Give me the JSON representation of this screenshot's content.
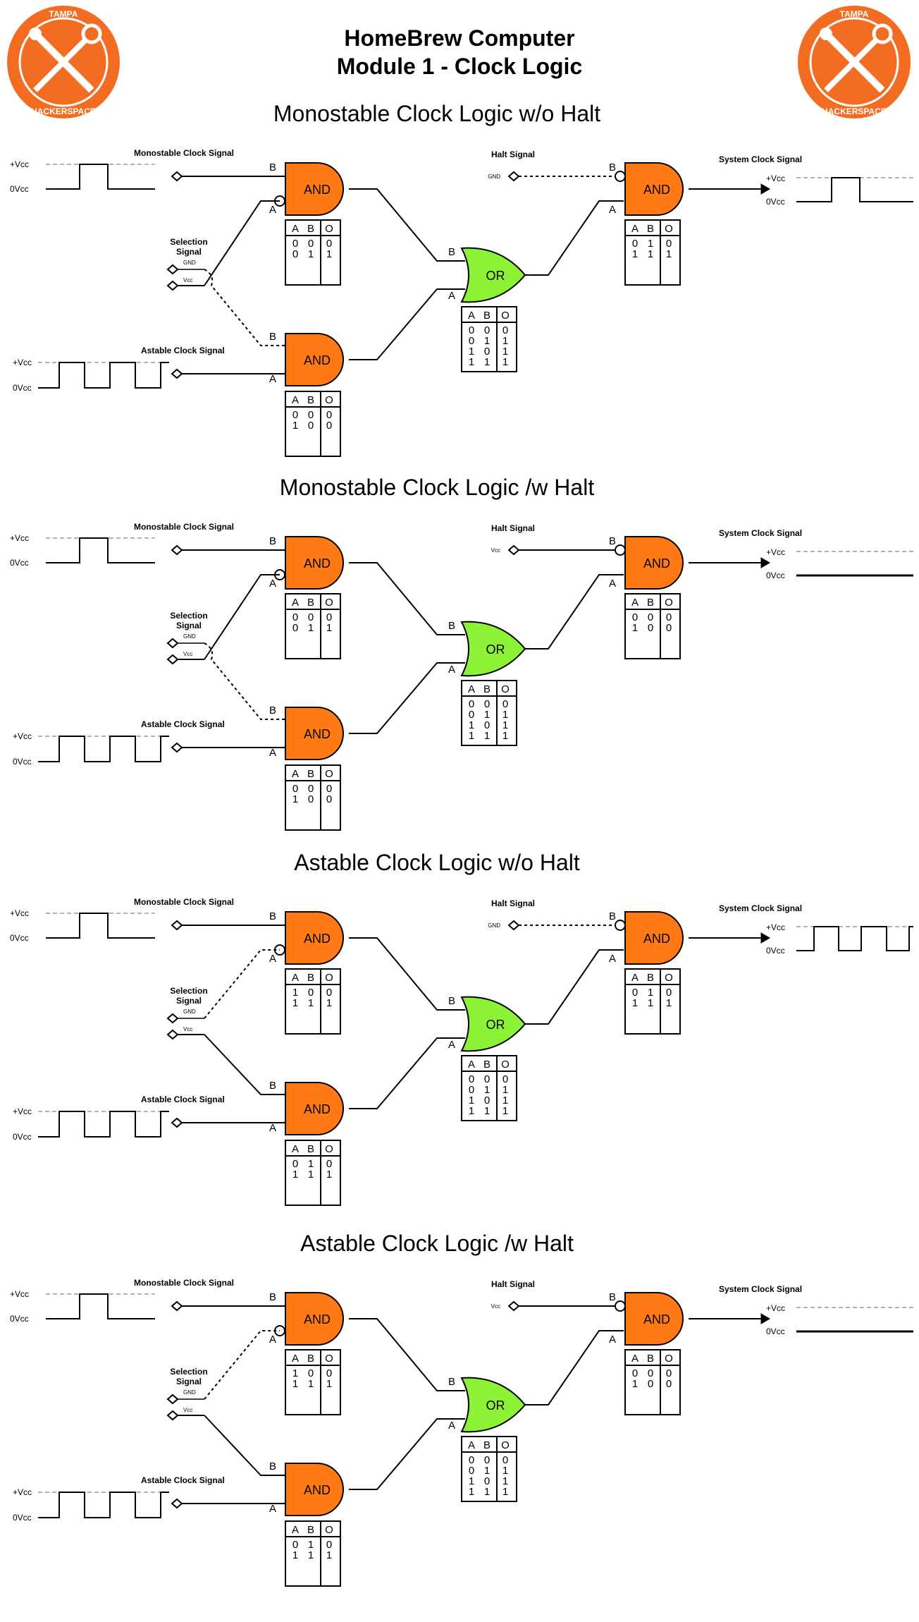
{
  "header": {
    "title_line1": "HomeBrew Computer",
    "title_line2": "Module 1 - Clock Logic",
    "logo_text_top": "TAMPA",
    "logo_text_bottom": "HACKERSPACE"
  },
  "colors": {
    "and_gate": "#ff7a14",
    "or_gate": "#8cf236",
    "logo": "#f26c21",
    "line": "#000000",
    "dash": "#999999"
  },
  "labels": {
    "monostable_signal": "Monostable Clock Signal",
    "astable_signal": "Astable Clock Signal",
    "halt_signal": "Halt Signal",
    "system_signal": "System Clock Signal",
    "selection_line1": "Selection",
    "selection_line2": "Signal",
    "gnd": "GND",
    "vcc_small": "Vcc",
    "vcc_high": "+Vcc",
    "vcc_low": "0Vcc",
    "and_label": "AND",
    "or_label": "OR",
    "pin_a": "A",
    "pin_b": "B",
    "col_a": "A",
    "col_b": "B",
    "col_o": "O"
  },
  "sections": [
    {
      "title": "Monostable Clock Logic w/o Halt",
      "selection_mode": "monostable",
      "halt_source": "GND",
      "output": "pulse",
      "truth_top": [
        [
          "0",
          "0",
          "0"
        ],
        [
          "0",
          "1",
          "1"
        ]
      ],
      "truth_bottom": [
        [
          "0",
          "0",
          "0"
        ],
        [
          "1",
          "0",
          "0"
        ]
      ],
      "truth_or": [
        [
          "0",
          "0",
          "0"
        ],
        [
          "0",
          "1",
          "1"
        ],
        [
          "1",
          "0",
          "1"
        ],
        [
          "1",
          "1",
          "1"
        ]
      ],
      "truth_halt": [
        [
          "0",
          "1",
          "0"
        ],
        [
          "1",
          "1",
          "1"
        ]
      ]
    },
    {
      "title": "Monostable Clock Logic /w Halt",
      "selection_mode": "monostable",
      "halt_source": "Vcc",
      "output": "flat",
      "truth_top": [
        [
          "0",
          "0",
          "0"
        ],
        [
          "0",
          "1",
          "1"
        ]
      ],
      "truth_bottom": [
        [
          "0",
          "0",
          "0"
        ],
        [
          "1",
          "0",
          "0"
        ]
      ],
      "truth_or": [
        [
          "0",
          "0",
          "0"
        ],
        [
          "0",
          "1",
          "1"
        ],
        [
          "1",
          "0",
          "1"
        ],
        [
          "1",
          "1",
          "1"
        ]
      ],
      "truth_halt": [
        [
          "0",
          "0",
          "0"
        ],
        [
          "1",
          "0",
          "0"
        ]
      ]
    },
    {
      "title": "Astable Clock Logic w/o Halt",
      "selection_mode": "astable",
      "halt_source": "GND",
      "output": "square",
      "truth_top": [
        [
          "1",
          "0",
          "0"
        ],
        [
          "1",
          "1",
          "1"
        ]
      ],
      "truth_bottom": [
        [
          "0",
          "1",
          "0"
        ],
        [
          "1",
          "1",
          "1"
        ]
      ],
      "truth_or": [
        [
          "0",
          "0",
          "0"
        ],
        [
          "0",
          "1",
          "1"
        ],
        [
          "1",
          "0",
          "1"
        ],
        [
          "1",
          "1",
          "1"
        ]
      ],
      "truth_halt": [
        [
          "0",
          "1",
          "0"
        ],
        [
          "1",
          "1",
          "1"
        ]
      ]
    },
    {
      "title": "Astable Clock Logic /w Halt",
      "selection_mode": "astable",
      "halt_source": "Vcc",
      "output": "flat",
      "truth_top": [
        [
          "1",
          "0",
          "0"
        ],
        [
          "1",
          "1",
          "1"
        ]
      ],
      "truth_bottom": [
        [
          "0",
          "1",
          "0"
        ],
        [
          "1",
          "1",
          "1"
        ]
      ],
      "truth_or": [
        [
          "0",
          "0",
          "0"
        ],
        [
          "0",
          "1",
          "1"
        ],
        [
          "1",
          "0",
          "1"
        ],
        [
          "1",
          "1",
          "1"
        ]
      ],
      "truth_halt": [
        [
          "0",
          "0",
          "0"
        ],
        [
          "1",
          "0",
          "0"
        ]
      ]
    }
  ]
}
